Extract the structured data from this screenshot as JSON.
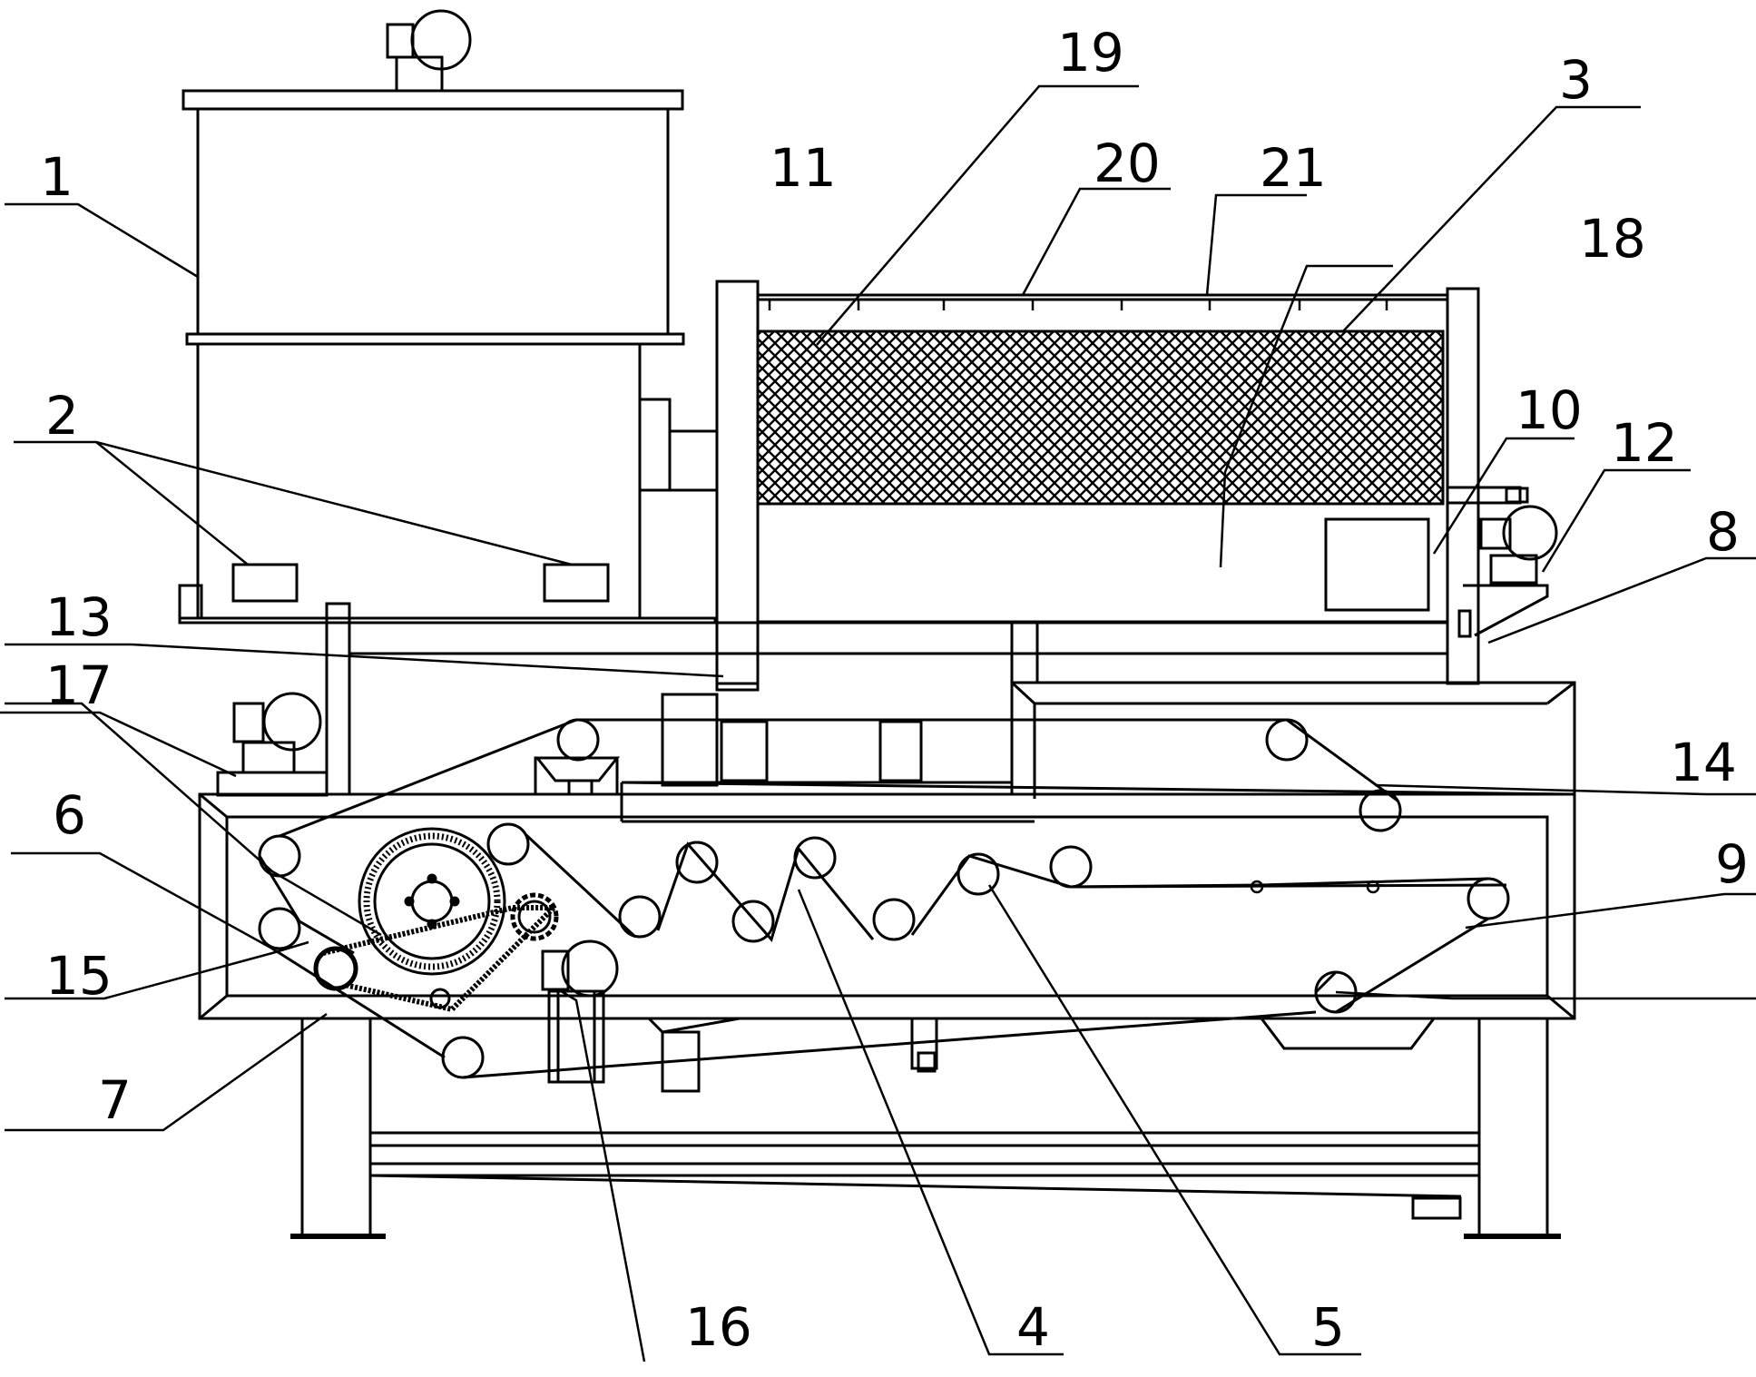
{
  "diagram": {
    "labels": {
      "l1": "1",
      "l2": "2",
      "l3": "3",
      "l4": "4",
      "l5": "5",
      "l6": "6",
      "l7": "7",
      "l8": "8",
      "l9": "9",
      "l10": "10",
      "l11": "11",
      "l12": "12",
      "l13": "13",
      "l14": "14",
      "l15": "15",
      "l16": "16",
      "l17": "17",
      "l18": "18",
      "l19": "19",
      "l20": "20",
      "l21": "21"
    },
    "colors": {
      "line": "#000000",
      "background": "#ffffff"
    }
  }
}
